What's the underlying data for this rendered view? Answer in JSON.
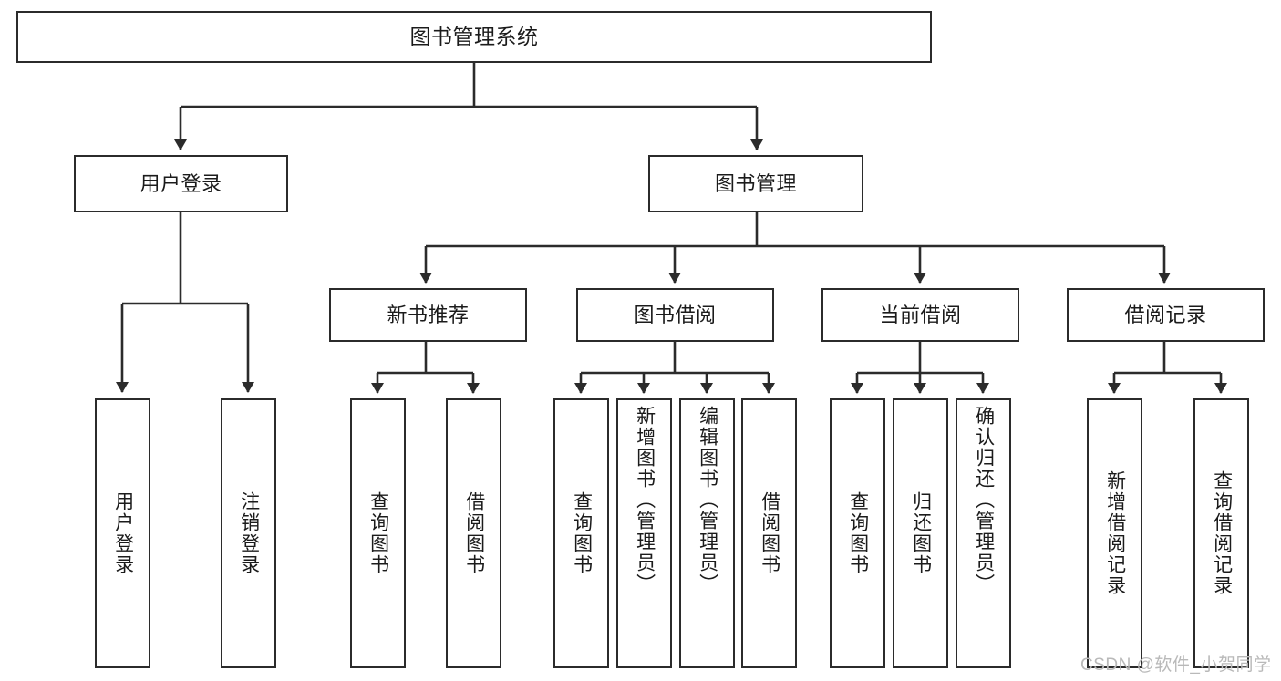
{
  "diagram": {
    "title": "图书管理系统",
    "type": "hierarchy-tree",
    "root": {
      "label": "图书管理系统"
    },
    "level2": [
      {
        "label": "用户登录"
      },
      {
        "label": "图书管理"
      }
    ],
    "level3": [
      {
        "label": "新书推荐"
      },
      {
        "label": "图书借阅"
      },
      {
        "label": "当前借阅"
      },
      {
        "label": "借阅记录"
      }
    ],
    "leaves": {
      "user_login": [
        {
          "label": "用户登录"
        },
        {
          "label": "注销登录"
        }
      ],
      "new_book_recommend": [
        {
          "label": "查询图书"
        },
        {
          "label": "借阅图书"
        }
      ],
      "book_borrow": [
        {
          "label": "查询图书"
        },
        {
          "label": "新增图书（管理员）"
        },
        {
          "label": "编辑图书（管理员）"
        },
        {
          "label": "借阅图书"
        }
      ],
      "current_borrow": [
        {
          "label": "查询图书"
        },
        {
          "label": "归还图书"
        },
        {
          "label": "确认归还（管理员）"
        }
      ],
      "borrow_record": [
        {
          "label": "新增借阅记录"
        },
        {
          "label": "查询借阅记录"
        }
      ]
    },
    "watermark": "CSDN @软件_小贺同学",
    "colors": {
      "background": "#ffffff",
      "box_border": "#2b2b2b",
      "box_fill": "#ffffff",
      "text": "#1b1b1b",
      "connector": "#2b2b2b",
      "watermark": "#b9b9b9"
    }
  }
}
